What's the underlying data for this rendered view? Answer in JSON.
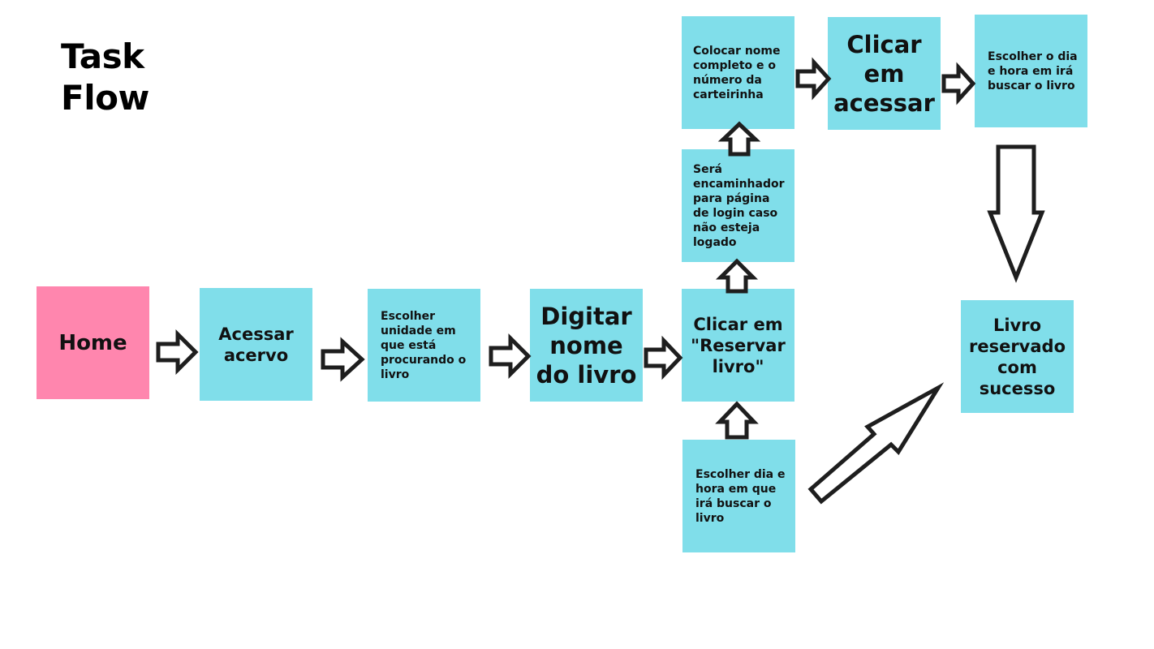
{
  "title": "Task\nFlow",
  "colors": {
    "note_cyan": "#80deea",
    "note_pink": "#ff86ae",
    "arrow_stroke": "#1e1e1e"
  },
  "notes": {
    "home": "Home",
    "acessar_acervo": "Acessar\nacervo",
    "escolher_unidade": "Escolher\nunidade em\nque está\nprocurando o\nlivro",
    "digitar_nome": "Digitar\nnome\ndo livro",
    "clicar_reservar": "Clicar em\n\"Reservar\nlivro\"",
    "encaminhado_login": "Será\nencaminhador\npara página\nde login caso\nnão esteja\nlogado",
    "colocar_nome": "Colocar nome\ncompleto e o\nnúmero da\ncarteirinha",
    "clicar_acessar": "Clicar\nem\nacessar",
    "escolher_dia_top": "Escolher o dia\ne hora em irá\nbuscar o livro",
    "escolher_dia_bottom": "Escolher dia e\nhora em que\nirá buscar o\nlivro",
    "livro_reservado": "Livro\nreservado\ncom\nsucesso"
  }
}
